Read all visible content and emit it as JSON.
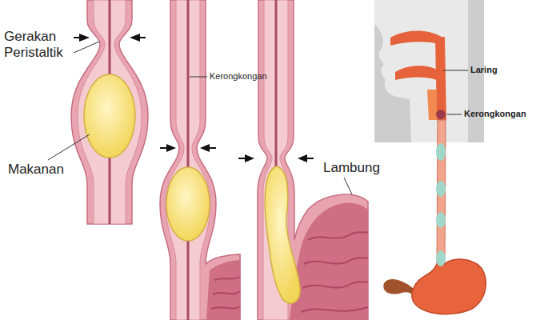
{
  "diagram": {
    "labels": [
      "Gerakan Peristaltik",
      "Makanan",
      "Kerongkongan",
      "Lambung",
      "Laring",
      "Kerongkongan"
    ]
  }
}
